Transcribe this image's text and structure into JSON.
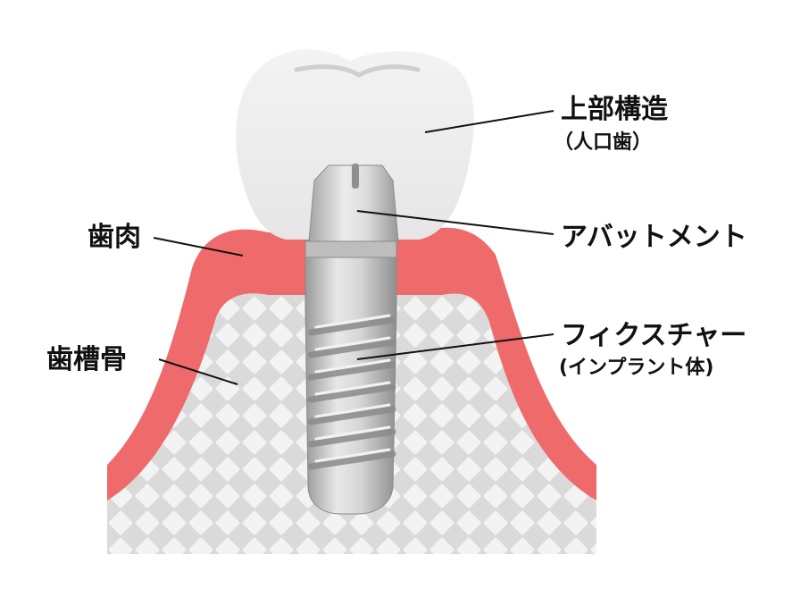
{
  "labels": {
    "crown": "上部構造",
    "crown_sub": "（人口歯）",
    "abutment": "アバットメント",
    "fixture": "フィクスチャー",
    "fixture_sub": "(インプラント体)",
    "gum": "歯肉",
    "bone": "歯槽骨"
  },
  "colors": {
    "gum": "#ef6b6b",
    "bone_fill": "#dedede",
    "bone_pattern": "#f4f4f4",
    "crown": "#efefef",
    "implant_light": "#e4e4e4",
    "implant_dark": "#9a9a9a",
    "text": "#111111"
  }
}
